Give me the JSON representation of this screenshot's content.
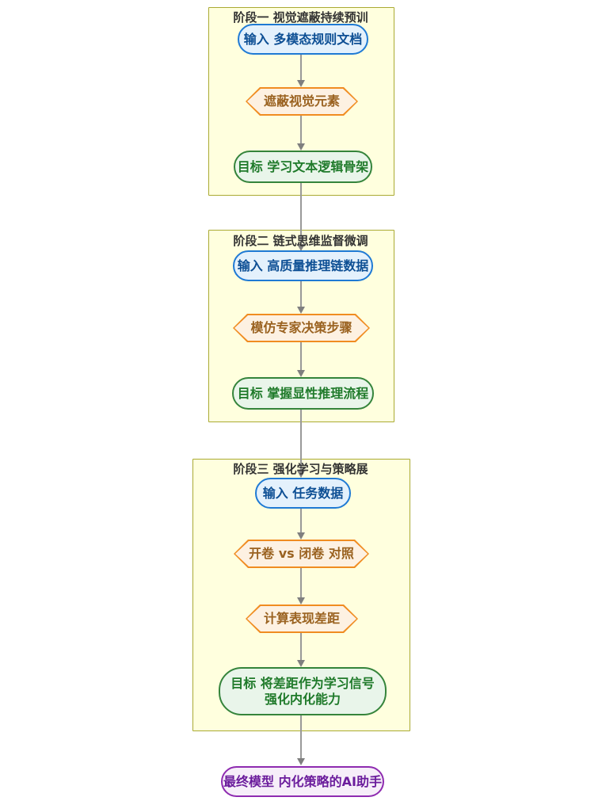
{
  "diagram_type": "flowchart-vertical",
  "stages": [
    {
      "title": "阶段一 视觉遮蔽持续预训",
      "input": "输入 多模态规则文档",
      "process": "遮蔽视觉元素",
      "goal": "目标 学习文本逻辑骨架"
    },
    {
      "title": "阶段二 链式思维监督微调",
      "input": "输入 高质量推理链数据",
      "process": "模仿专家决策步骤",
      "goal": "目标 掌握显性推理流程"
    },
    {
      "title": "阶段三 强化学习与策略展",
      "input": "输入 任务数据",
      "compare": "开卷 vs 闭卷 对照",
      "compute": "计算表现差距",
      "goal_line1": "目标 将差距作为学习信号",
      "goal_line2": "强化内化能力"
    }
  ],
  "final": {
    "label": "最终模型 内化策略的AI助手"
  },
  "colors": {
    "stage_background": "#ffffde",
    "stage_border": "#aaaa33",
    "stage_title_text": "#333333",
    "input_fill": "#e4f1fc",
    "input_border": "#1f7ad4",
    "input_text": "#0d4f94",
    "process_fill": "#fdf1e2",
    "process_border": "#f08c21",
    "process_text": "#9a6220",
    "goal_fill": "#e9f5ea",
    "goal_border": "#35843b",
    "goal_text": "#1f7a2a",
    "final_fill": "#f6eef9",
    "final_border": "#8e2bb0",
    "final_text": "#6b1d9c",
    "edge_line": "#999999",
    "edge_arrowhead": "#7f7f7f"
  }
}
